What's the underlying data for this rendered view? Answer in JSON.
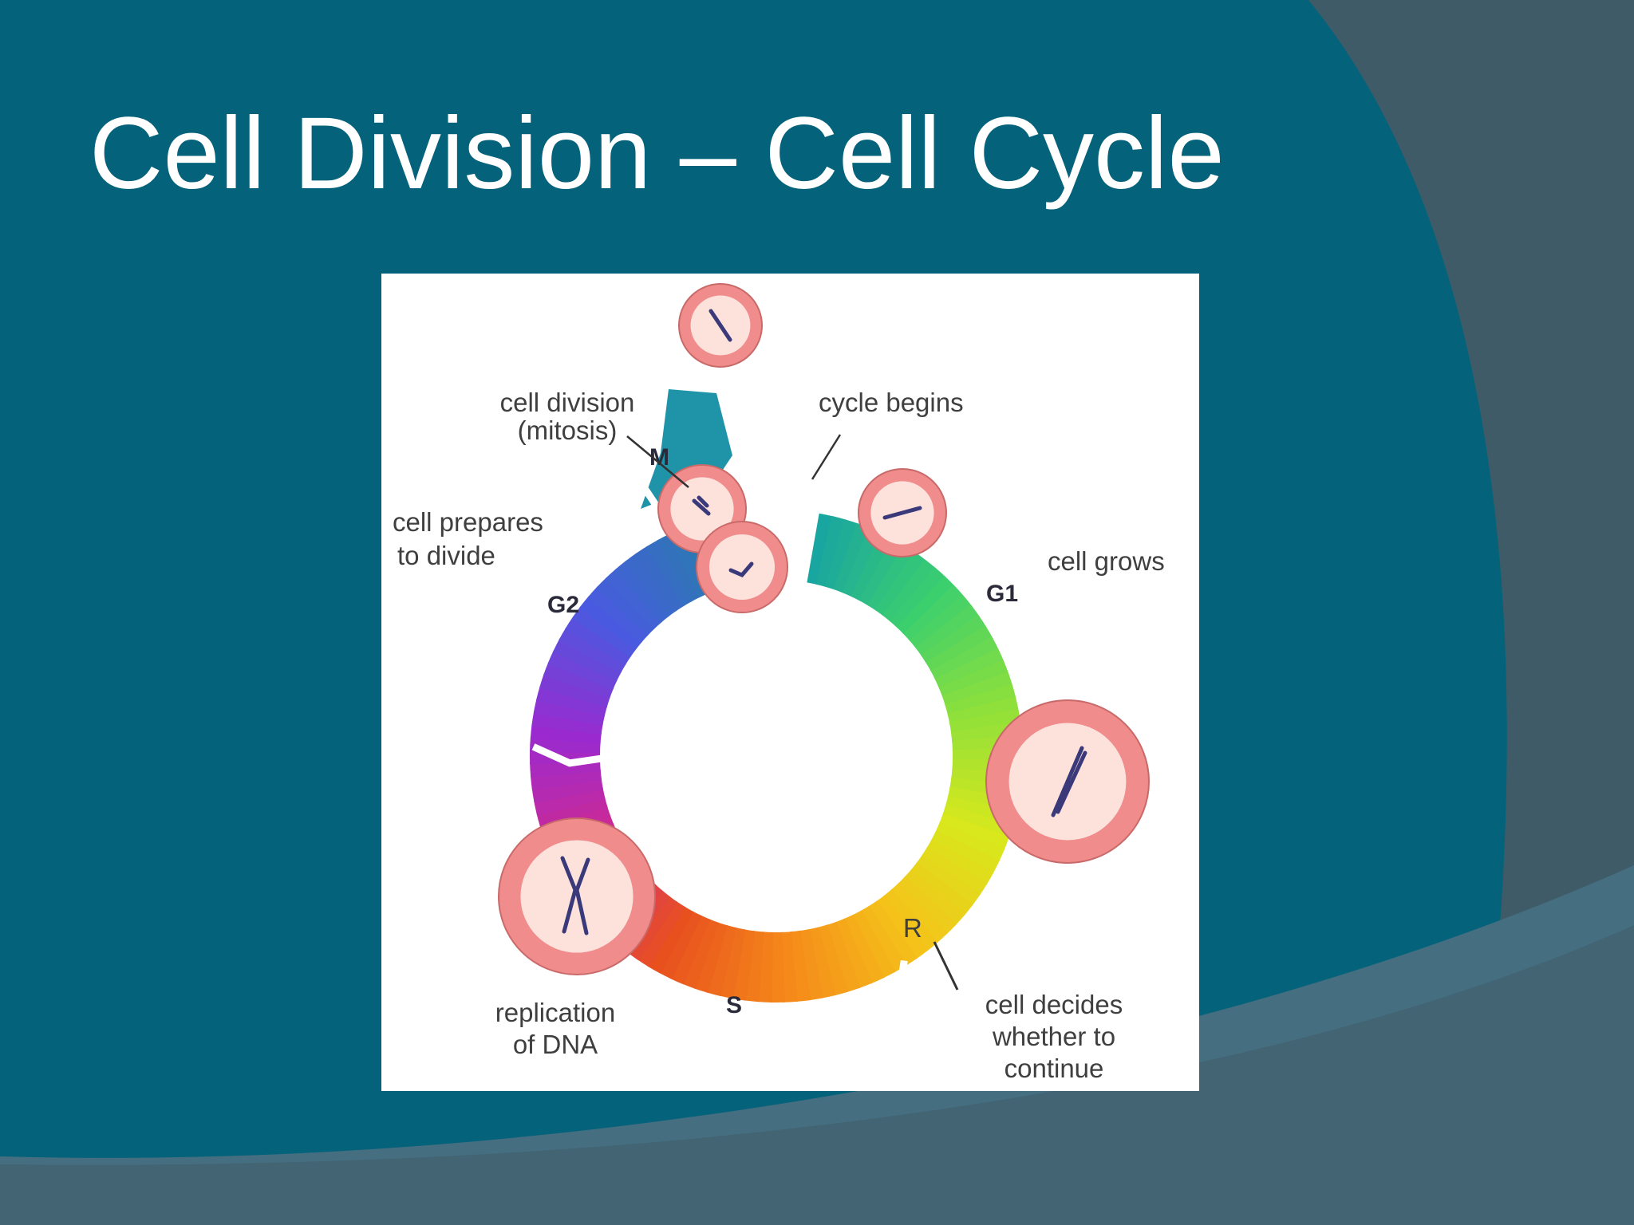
{
  "slide": {
    "title": "Cell Division – Cell Cycle",
    "colors": {
      "background": "#05627b",
      "decor_dark": "#3f5b68",
      "decor_mid": "#456f80",
      "title_text": "#ffffff"
    }
  },
  "diagram": {
    "phases": {
      "m": "M",
      "g1": "G1",
      "s": "S",
      "g2": "G2",
      "restriction": "R"
    },
    "labels": {
      "mitosis_line1": "cell division",
      "mitosis_line2": "(mitosis)",
      "cycle_begins": "cycle begins",
      "cell_grows": "cell grows",
      "decides_line1": "cell decides",
      "decides_line2": "whether to",
      "decides_line3": "continue",
      "replication_line1": "replication",
      "replication_line2": "of DNA",
      "prepares_line1": "cell prepares",
      "prepares_line2": "to divide"
    },
    "ring_colors": [
      "#1aa6a0",
      "#3ccf6e",
      "#8fe03a",
      "#d8e81c",
      "#f5c21a",
      "#f58a1a",
      "#e8501e",
      "#d42a8a",
      "#9a2ad0",
      "#4a5ae0",
      "#2a7ab0"
    ],
    "cell_colors": {
      "outer": "#f08c8c",
      "inner": "#fde2dc",
      "chromosome": "#3a3a7a"
    }
  }
}
